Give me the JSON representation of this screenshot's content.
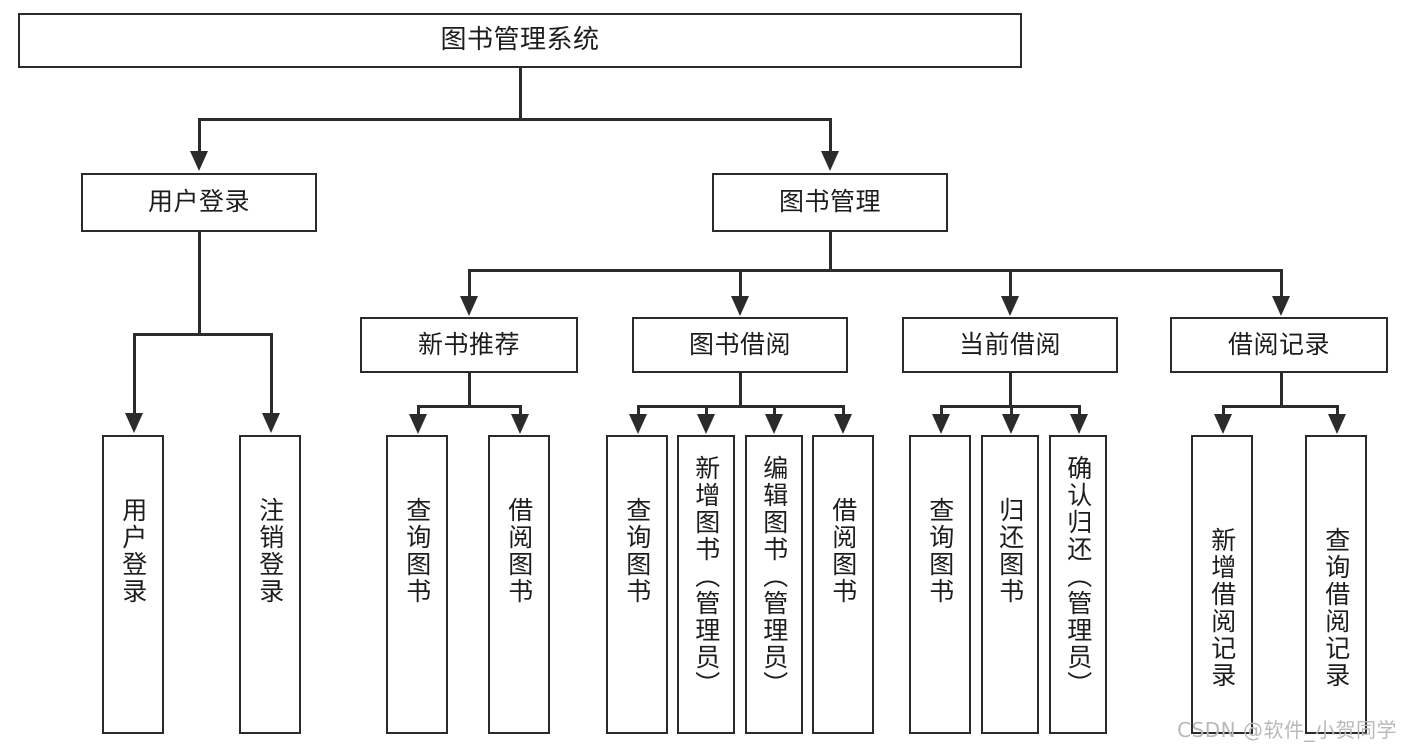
{
  "diagram": {
    "title": "图书管理系统",
    "watermark": "CSDN @软件_小贺同学",
    "type": "tree-hierarchy-diagram",
    "colors": {
      "stroke": "#2b2b2b",
      "fill": "#ffffff",
      "text": "#1d1d1d",
      "watermark": "#b9b9b9"
    }
  },
  "nodes": {
    "root": {
      "label": "图书管理系统"
    },
    "level2": [
      {
        "label": "用户登录"
      },
      {
        "label": "图书管理"
      }
    ],
    "level3": [
      {
        "label": "新书推荐"
      },
      {
        "label": "图书借阅"
      },
      {
        "label": "当前借阅"
      },
      {
        "label": "借阅记录"
      }
    ],
    "leaves": {
      "user_login": [
        {
          "label": "用户登录"
        },
        {
          "label": "注销登录"
        }
      ],
      "new_book_recommend": [
        {
          "label": "查询图书"
        },
        {
          "label": "借阅图书"
        }
      ],
      "book_borrow": [
        {
          "label": "查询图书"
        },
        {
          "label": "新增图书（管理员）"
        },
        {
          "label": "编辑图书（管理员）"
        },
        {
          "label": "借阅图书"
        }
      ],
      "current_borrow": [
        {
          "label": "查询图书"
        },
        {
          "label": "归还图书"
        },
        {
          "label": "确认归还（管理员）"
        }
      ],
      "borrow_record": [
        {
          "label": "新增借阅记录"
        },
        {
          "label": "查询借阅记录"
        }
      ]
    }
  },
  "chart_data": {
    "type": "table",
    "title": "图书管理系统 功能结构图",
    "hierarchy": [
      {
        "name": "图书管理系统",
        "children": [
          {
            "name": "用户登录",
            "children": [
              {
                "name": "用户登录"
              },
              {
                "name": "注销登录"
              }
            ]
          },
          {
            "name": "图书管理",
            "children": [
              {
                "name": "新书推荐",
                "children": [
                  {
                    "name": "查询图书"
                  },
                  {
                    "name": "借阅图书"
                  }
                ]
              },
              {
                "name": "图书借阅",
                "children": [
                  {
                    "name": "查询图书"
                  },
                  {
                    "name": "新增图书（管理员）"
                  },
                  {
                    "name": "编辑图书（管理员）"
                  },
                  {
                    "name": "借阅图书"
                  }
                ]
              },
              {
                "name": "当前借阅",
                "children": [
                  {
                    "name": "查询图书"
                  },
                  {
                    "name": "归还图书"
                  },
                  {
                    "name": "确认归还（管理员）"
                  }
                ]
              },
              {
                "name": "借阅记录",
                "children": [
                  {
                    "name": "新增借阅记录"
                  },
                  {
                    "name": "查询借阅记录"
                  }
                ]
              }
            ]
          }
        ]
      }
    ]
  }
}
